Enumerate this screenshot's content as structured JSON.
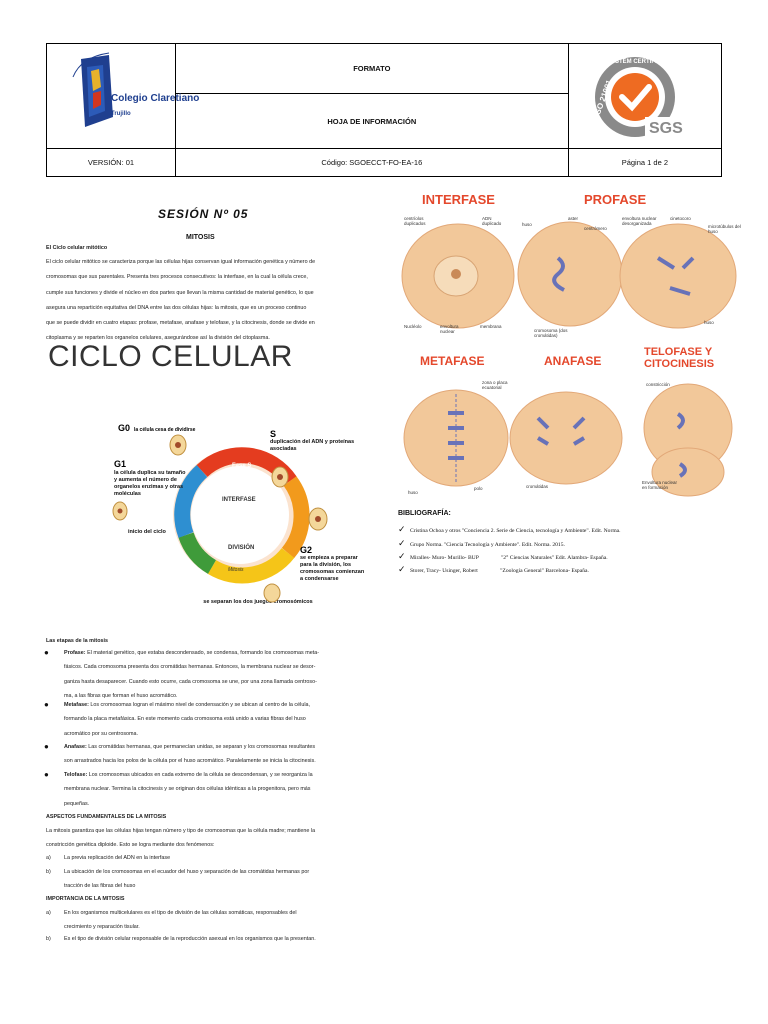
{
  "header": {
    "formato": "FORMATO",
    "hoja": "HOJA DE INFORMACIÓN",
    "version": "VERSIÓN: 01",
    "codigo": "Código: SGOECCT-FO-EA-16",
    "pagina": "Página 1 de 2",
    "logo_school_name": "Colegio Claretiano",
    "logo_city": "Trujillo",
    "cert_ring": "SYSTEM CERTIFICATION",
    "cert_iso": "ISO 21001",
    "cert_sgs": "SGS"
  },
  "session": {
    "title": "SESIÓN Nº 05",
    "subtitle": "MITOSIS"
  },
  "intro": {
    "heading": "El Ciclo celular mitótico",
    "lines": [
      "El ciclo celular mitótico se caracteriza porque las células hijas conservan igual información genética y número de",
      "cromosomas que sus parentales. Presenta tres procesos consecutivos: la interfase, en la cual la célula crece,",
      "cumple sus funciones y divide el núcleo en dos partes que llevan la misma cantidad de material genético, lo que",
      "asegura una repartición equitativa del DNA entre las dos células hijas: la mitosis, que es un proceso continuo",
      "que se puede dividir en cuatro etapas: profase, metafase, anafase y telofase, y la citocinesis, donde se divide en",
      "citoplasma y se reparten los organelos celulares, asegurándose así la división del citoplasma."
    ]
  },
  "cycle": {
    "title": "CICLO CELULAR",
    "g0": "G0",
    "g0_text": "la célula cesa de dividirse",
    "g1": "G1",
    "g1_text": "la célula duplica su tamaño y aumenta el número de organelos enzimas y otras moléculas",
    "s": "S",
    "s_text": "duplicación del ADN y proteínas asociadas",
    "g2": "G2",
    "g2_text": "se empieza a preparar para la división, los cromosomas comienzan a condensarse",
    "inicio": "inicio del ciclo",
    "fase_s": "Fase S",
    "interfase": "INTERFASE",
    "division": "DIVISIÓN",
    "mitosis": "Mitosis",
    "bottom": "se separan los dos juegos cromosómicos"
  },
  "phases": {
    "interfase": "INTERFASE",
    "profase": "PROFASE",
    "metafase": "METAFASE",
    "anafase": "ANAFASE",
    "telofase": "TELOFASE Y CITOCINESIS",
    "labels": {
      "centriolos": "centríolos duplicados",
      "adn": "ADN duplicado",
      "huso": "huso",
      "aster": "aster",
      "centromero": "centrómero",
      "envoltura_nuc": "envoltura nuclear desorganizada",
      "cinetocoro": "cinetocoro",
      "microtubulos": "microtúbulos del huso",
      "nucleolo": "Nucléolo",
      "envoltura": "envoltura nuclear",
      "membrana": "membrana",
      "cromosoma": "cromosoma (dos cromátidas)",
      "huso2": "huso",
      "zona_placa": "zona o placa ecuatorial",
      "constriccion": "constricción",
      "huso3": "huso",
      "polo": "polo",
      "cromatidas": "cromátidas",
      "envoltura_form": "Envoltura nuclear en formación"
    }
  },
  "bibliografia": {
    "title": "BIBLIOGRAFÍA:",
    "items": [
      "Cristina Ochoa y otros   \"Conciencia 2. Serie de Ciencia, tecnología y Ambiente\". Edit. Norma.",
      "Grupo Norma. \"Ciencia Tecnología y Ambiente\". Edit. Norma. 2015.",
      "Miralles- Muro- Murillo- BUP                \"2° Ciencias Naturales\" Edit. Alambra- España.",
      "Storer, Tracy- Usinger, Robert                \"Zoología General\" Barcelona- España."
    ]
  },
  "etapas": {
    "heading": "Las etapas de la mitosis",
    "profase": {
      "term": "Profase:",
      "lines": [
        " El material genético, que estaba descondensado, se condensa, formando los cromosomas meta-",
        "fásicos. Cada cromosoma presenta dos cromátidas hermanas. Entonces, la membrana nuclear se desor-",
        "ganiza hasta desaparecer. Cuando esto ocurre, cada cromosoma se une, por una zona llamada centroso-",
        "ma, a las fibras que forman el huso acromático."
      ]
    },
    "metafase": {
      "term": "Metafase:",
      "lines": [
        " Los cromosomas logran el máximo nivel de condensación y se ubican al centro de la célula,",
        "formando la placa metafásica. En este momento cada cromosoma está unido a varias fibras del huso",
        "acromático por su centrosoma."
      ]
    },
    "anafase": {
      "term": "Anafase:",
      "lines": [
        " Las cromátidas hermanas, que permanecían unidas, se separan y los cromosomas resultantes",
        "son arrastrados hacia los polos de la célula por el huso acromático. Paralelamente se inicia la citocinesis."
      ]
    },
    "telofase": {
      "term": "Telofase:",
      "lines": [
        " Los cromosomas ubicados en cada extremo de la célula se descondensan, y se reorganiza la",
        "membrana nuclear. Termina la citocinesis y se originan dos células idénticas a la progenitora, pero más",
        "pequeñas."
      ]
    }
  },
  "aspectos": {
    "heading": "ASPECTOS FUNDAMENTALES DE LA MITOSIS",
    "lines": [
      "La mitosis garantiza que las células hijas tengan número y tipo de cromosomas que la célula madre; mantiene la",
      "constricción genética diploide. Esto se logra mediante dos fenómenos:"
    ],
    "a_label": "a)",
    "a": "La previa replicación del ADN en la interfase",
    "b_label": "b)",
    "b1": "La ubicación de los cromosomas en el ecuador del huso y separación de las cromátidas hermanas por",
    "b2": "tracción de las fibras del huso"
  },
  "importancia": {
    "heading": "IMPORTANCIA DE LA MITOSIS",
    "a_label": "a)",
    "a1": "En los organismos multicelulares es el tipo de división de las células somáticas, responsables del",
    "a2": "crecimiento y reparación tisular.",
    "b_label": "b)",
    "b": "Es el tipo de división celular responsable de la reproducción asexual en los organismos que la presentan."
  }
}
